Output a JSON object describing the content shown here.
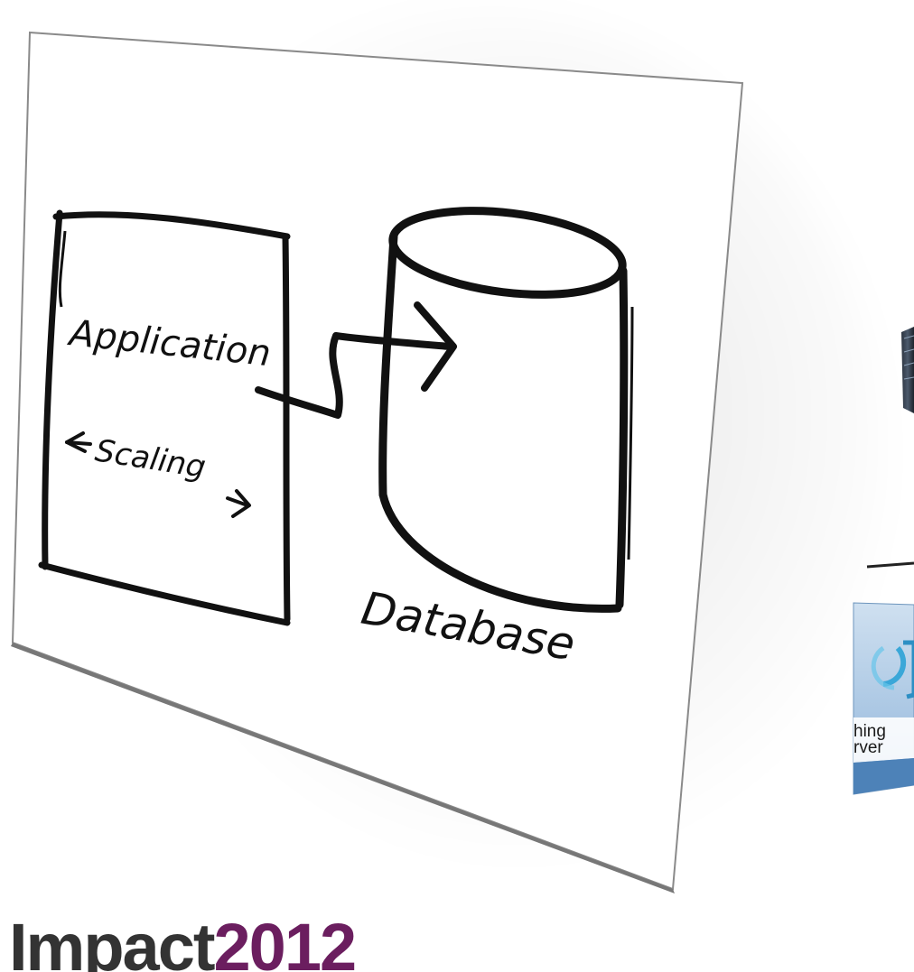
{
  "diagram": {
    "application_label": "Application",
    "scaling_label": "Scaling",
    "database_label": "Database"
  },
  "side_card": {
    "partial_text": "hing\nrver",
    "icon": "refresh-circle-icon"
  },
  "branding": {
    "logo_word": "Impact",
    "logo_year": "2012",
    "word_color": "#333333",
    "year_color": "#6b1e5f"
  }
}
